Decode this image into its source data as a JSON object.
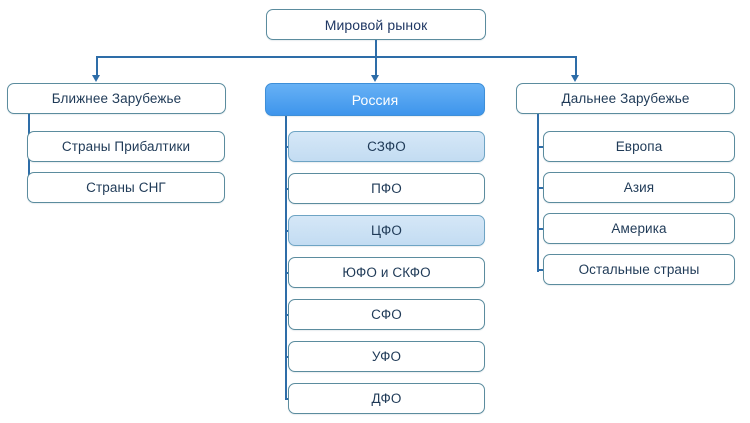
{
  "diagram": {
    "title": "Мировой рынок",
    "type": "hierarchy-tree",
    "colors": {
      "box_border": "#5B8C9E",
      "box_fill": "#FFFFFF",
      "text": "#1F3A57",
      "root_text": "#203864",
      "connector": "#2E6DA8",
      "primary_fill_top": "#67B1F5",
      "primary_fill_bottom": "#3E95EC",
      "primary_text": "#FFFFFF",
      "tint_fill_top": "#D5E7F7",
      "tint_fill_bottom": "#C3DCF2",
      "canvas": "#FFFFFF"
    },
    "root": {
      "label": "Мировой рынок"
    },
    "branches": [
      {
        "key": "near-abroad",
        "label": "Ближнее Зарубежье",
        "style": "plain",
        "children": [
          {
            "label": "Страны Прибалтики",
            "style": "plain"
          },
          {
            "label": "Страны СНГ",
            "style": "plain"
          }
        ]
      },
      {
        "key": "russia",
        "label": "Россия",
        "style": "primary",
        "children": [
          {
            "label": "СЗФО",
            "style": "tint"
          },
          {
            "label": "ПФО",
            "style": "plain"
          },
          {
            "label": "ЦФО",
            "style": "tint"
          },
          {
            "label": "ЮФО и СКФО",
            "style": "plain"
          },
          {
            "label": "СФО",
            "style": "plain"
          },
          {
            "label": "УФО",
            "style": "plain"
          },
          {
            "label": "ДФО",
            "style": "plain"
          }
        ]
      },
      {
        "key": "far-abroad",
        "label": "Дальнее Зарубежье",
        "style": "plain",
        "children": [
          {
            "label": "Европа",
            "style": "plain"
          },
          {
            "label": "Азия",
            "style": "plain"
          },
          {
            "label": "Америка",
            "style": "plain"
          },
          {
            "label": "Остальные страны",
            "style": "plain"
          }
        ]
      }
    ]
  }
}
